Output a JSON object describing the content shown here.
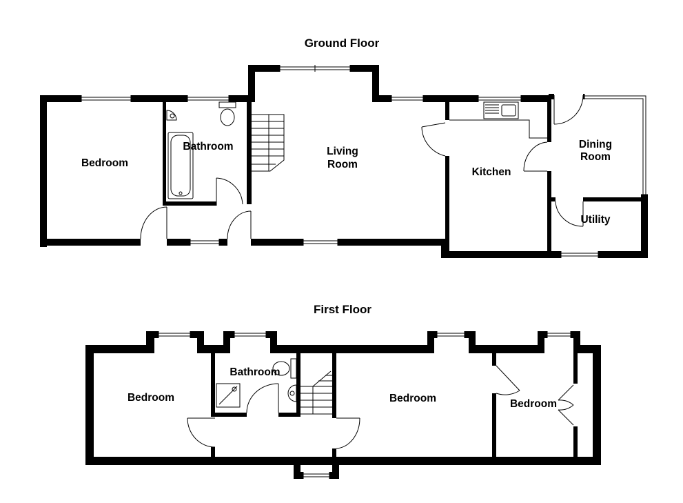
{
  "ground_floor": {
    "title": "Ground Floor",
    "rooms": {
      "bedroom": "Bedroom",
      "bathroom": "Bathroom",
      "living_line1": "Living",
      "living_line2": "Room",
      "kitchen": "Kitchen",
      "dining_line1": "Dining",
      "dining_line2": "Room",
      "utility": "Utility"
    }
  },
  "first_floor": {
    "title": "First Floor",
    "rooms": {
      "bedroom_left": "Bedroom",
      "bathroom": "Bathroom",
      "bedroom_middle": "Bedroom",
      "bedroom_right": "Bedroom"
    }
  },
  "colors": {
    "wall": "#000000",
    "background": "#ffffff"
  }
}
